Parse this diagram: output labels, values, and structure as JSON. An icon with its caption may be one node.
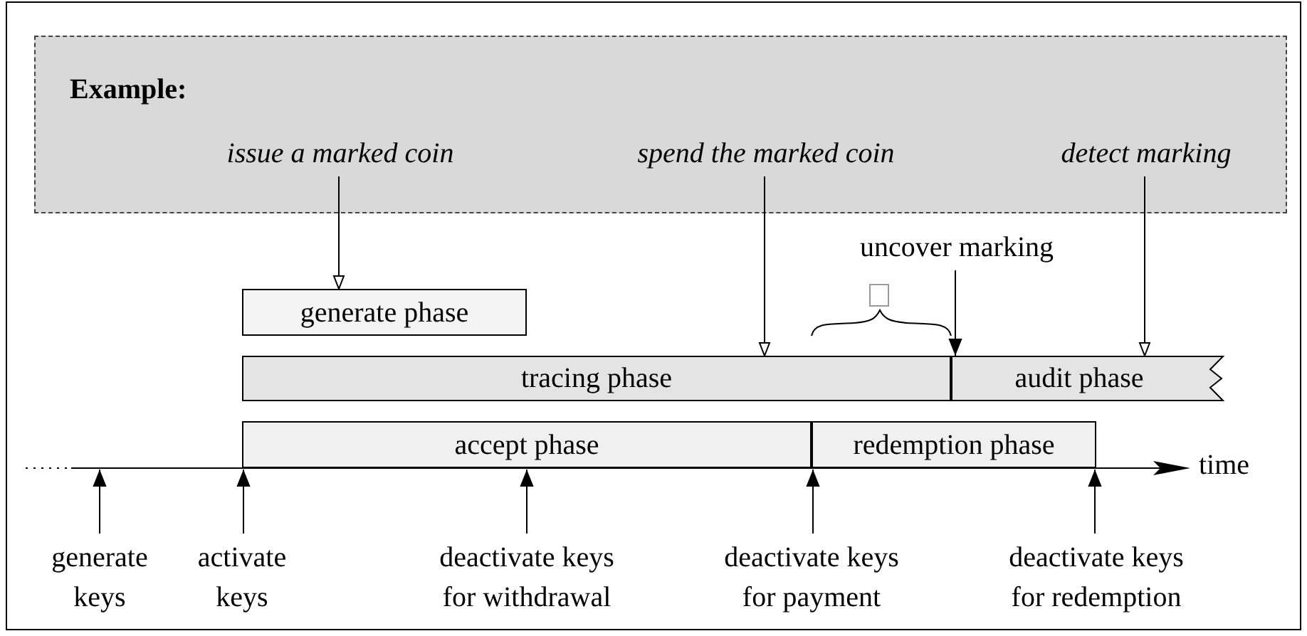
{
  "diagram": {
    "nodes": [
      {
        "text": [
          "Example:"
        ]
      },
      {
        "text": [
          "issue a marked coin"
        ],
        "in": 0
      },
      {
        "text": [
          "spend the marked coin"
        ],
        "in": 0
      },
      {
        "text": [
          "detect marking"
        ],
        "in": 0
      },
      {
        "text": [
          "uncover marking"
        ]
      },
      {
        "text": [
          "generate phase"
        ]
      },
      {
        "text": [
          "tracing phase"
        ]
      },
      {
        "text": [
          "audit phase"
        ]
      },
      {
        "text": [
          "accept phase"
        ]
      },
      {
        "text": [
          "redemption phase"
        ]
      },
      {
        "text": [
          "generate keys"
        ]
      },
      {
        "text": [
          "activate keys"
        ]
      },
      {
        "text": [
          "deactivate keys for withdrawal"
        ]
      },
      {
        "text": [
          "deactivate keys for payment"
        ]
      },
      {
        "text": [
          "deactivate keys for redemption"
        ]
      }
    ],
    "edges": [
      {
        "from": 1,
        "to": 5,
        "arrow": "to"
      },
      {
        "from": 2,
        "to": 6,
        "arrow": "to"
      },
      {
        "from": 3,
        "to": 7,
        "arrow": "to"
      },
      {
        "from": 4,
        "to": 7,
        "arrow": "to"
      },
      {
        "from": 10,
        "to": null,
        "arrow": "to"
      },
      {
        "from": 11,
        "to": 8,
        "arrow": "to"
      },
      {
        "from": 12,
        "to": 8,
        "arrow": "to"
      },
      {
        "from": 13,
        "to": 9,
        "arrow": "to"
      },
      {
        "from": 14,
        "to": 9,
        "arrow": "to"
      }
    ],
    "labels": [
      "time"
    ]
  }
}
